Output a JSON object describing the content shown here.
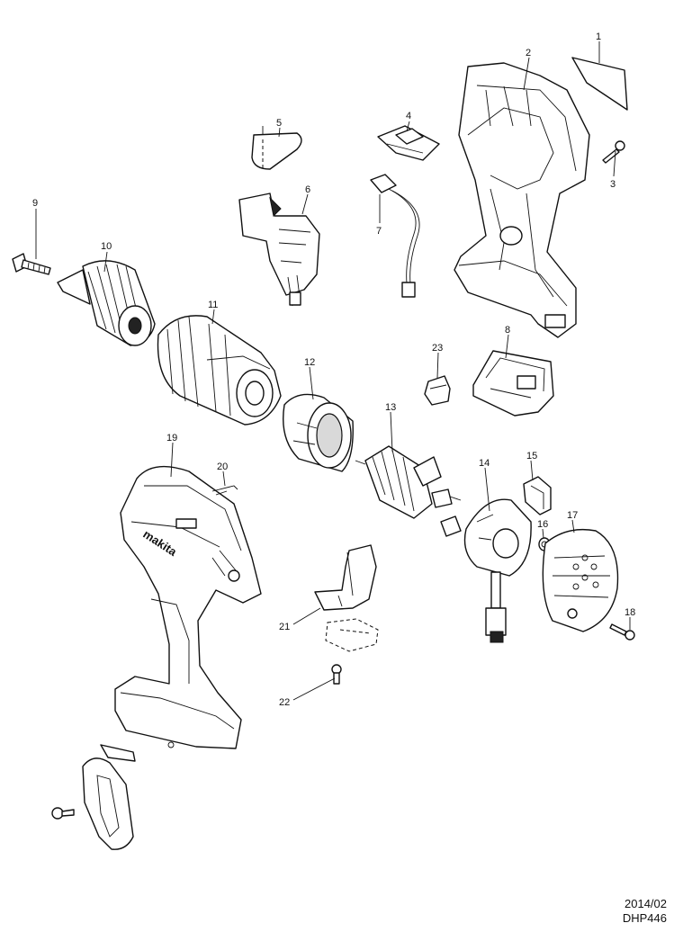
{
  "callouts": [
    {
      "id": "1",
      "label": "1"
    },
    {
      "id": "2",
      "label": "2"
    },
    {
      "id": "3",
      "label": "3"
    },
    {
      "id": "4",
      "label": "4"
    },
    {
      "id": "5",
      "label": "5"
    },
    {
      "id": "6",
      "label": "6"
    },
    {
      "id": "7",
      "label": "7"
    },
    {
      "id": "8",
      "label": "8"
    },
    {
      "id": "9",
      "label": "9"
    },
    {
      "id": "10",
      "label": "10"
    },
    {
      "id": "11",
      "label": "11"
    },
    {
      "id": "12",
      "label": "12"
    },
    {
      "id": "13",
      "label": "13"
    },
    {
      "id": "14",
      "label": "14"
    },
    {
      "id": "15",
      "label": "15"
    },
    {
      "id": "16",
      "label": "16"
    },
    {
      "id": "17",
      "label": "17"
    },
    {
      "id": "18",
      "label": "18"
    },
    {
      "id": "19",
      "label": "19"
    },
    {
      "id": "20",
      "label": "20"
    },
    {
      "id": "21",
      "label": "21"
    },
    {
      "id": "22",
      "label": "22"
    },
    {
      "id": "23",
      "label": "23"
    }
  ],
  "housing_brand": "makita",
  "footer": {
    "date": "2014/02",
    "model": "DHP446"
  }
}
